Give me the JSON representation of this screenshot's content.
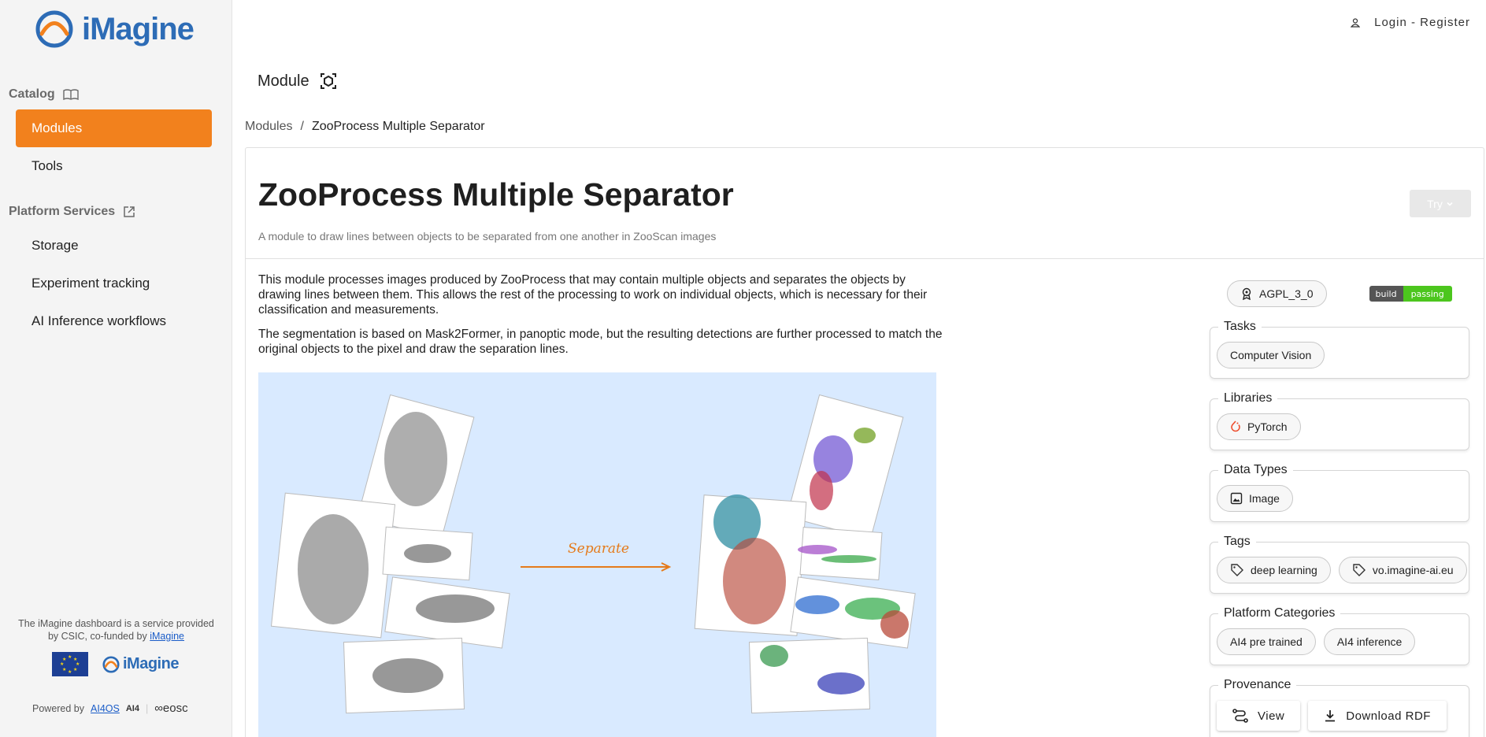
{
  "brand": {
    "name": "iMagine"
  },
  "sidebar": {
    "catalog_title": "Catalog",
    "catalog_items": [
      {
        "label": "Modules",
        "active": true
      },
      {
        "label": "Tools",
        "active": false
      }
    ],
    "services_title": "Platform Services",
    "services_items": [
      {
        "label": "Storage"
      },
      {
        "label": "Experiment tracking"
      },
      {
        "label": "AI Inference workflows"
      }
    ],
    "footer_text_1": "The iMagine dashboard is a service provided",
    "footer_text_2": "by CSIC, co-funded by",
    "footer_link": "iMagine",
    "powered_by": "Powered by",
    "powered_link": "AI4OS",
    "ai4_mark": "AI4",
    "eosc_mark": "eosc"
  },
  "topbar": {
    "login_label": "Login - Register"
  },
  "page": {
    "heading": "Module"
  },
  "breadcrumb": {
    "root": "Modules",
    "separator": "/",
    "current": "ZooProcess Multiple Separator"
  },
  "module": {
    "title": "ZooProcess Multiple Separator",
    "subtitle": "A module to draw lines between objects to be separated from one another in ZooScan images",
    "try_label": "Try",
    "description_1": "This module processes images produced by ZooProcess that may contain multiple objects and separates the objects by drawing lines between them. This allows the rest of the processing to work on individual objects, which is necessary for their classification and measurements.",
    "description_2": "The segmentation is based on Mask2Former, in panoptic mode, but the resulting detections are further processed to match the original objects to the pixel and draw the separation lines.",
    "image_label": "Separate"
  },
  "details": {
    "license": "AGPL_3_0",
    "build_badge": {
      "label": "build",
      "status": "passing"
    },
    "tasks_label": "Tasks",
    "tasks": [
      "Computer Vision"
    ],
    "libraries_label": "Libraries",
    "libraries": [
      "PyTorch"
    ],
    "data_types_label": "Data Types",
    "data_types": [
      "Image"
    ],
    "tags_label": "Tags",
    "tags": [
      "deep learning",
      "vo.imagine-ai.eu"
    ],
    "categories_label": "Platform Categories",
    "categories": [
      "AI4 pre trained",
      "AI4 inference"
    ],
    "provenance_label": "Provenance",
    "provenance_view": "View",
    "provenance_download": "Download RDF"
  },
  "colors": {
    "accent": "#f2811d",
    "brand_blue": "#2d6cb6",
    "hero_bg": "#d9eaff",
    "badge_green": "#4cc61e"
  }
}
